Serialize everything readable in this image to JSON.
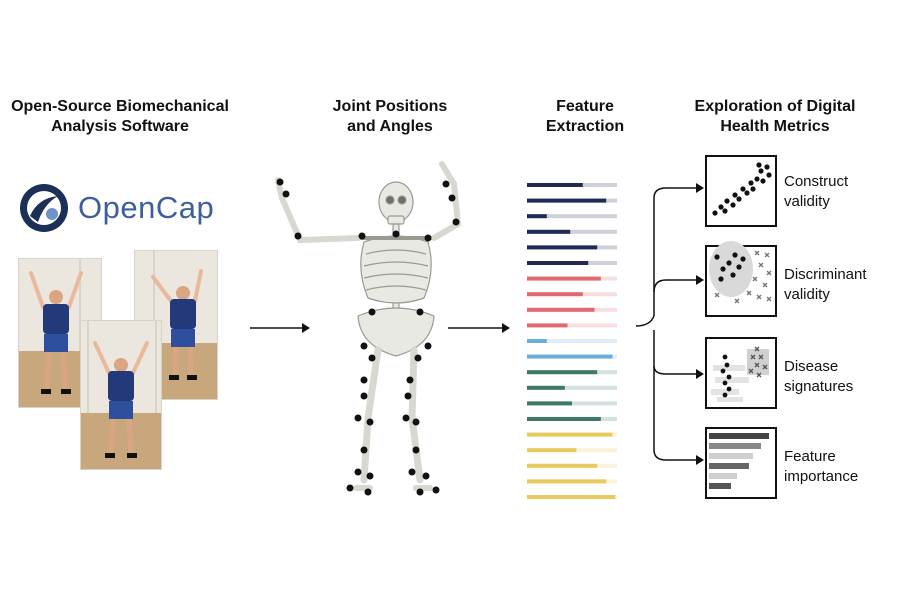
{
  "headings": {
    "software": "Open-Source Biomechanical\nAnalysis Software",
    "joints": "Joint Positions\nand Angles",
    "features": "Feature\nExtraction",
    "metrics": "Exploration of Digital\nHealth Metrics"
  },
  "logo": {
    "text": "OpenCap",
    "icon": "opencap-logo-icon"
  },
  "metrics": [
    {
      "label": "Construct\nvalidity",
      "icon": "scatter-plot-icon"
    },
    {
      "label": "Discriminant\nvalidity",
      "icon": "cluster-plot-icon"
    },
    {
      "label": "Disease\nsignatures",
      "icon": "signature-plot-icon"
    },
    {
      "label": "Feature\nimportance",
      "icon": "bar-ranking-icon"
    }
  ],
  "feature_bars": {
    "groups": [
      {
        "color": "#1f2a55",
        "fractions": [
          0.62,
          0.88,
          0.22,
          0.48,
          0.78,
          0.68
        ]
      },
      {
        "color": "#e06a6e",
        "fractions": [
          0.82,
          0.62,
          0.75,
          0.45
        ]
      },
      {
        "color": "#6aaedc",
        "fractions": [
          0.22,
          0.95
        ]
      },
      {
        "color": "#3c7a62",
        "fractions": [
          0.78,
          0.42,
          0.5,
          0.82
        ]
      },
      {
        "color": "#e8c95c",
        "fractions": [
          0.95,
          0.55,
          0.78,
          0.88,
          0.98
        ]
      }
    ]
  }
}
